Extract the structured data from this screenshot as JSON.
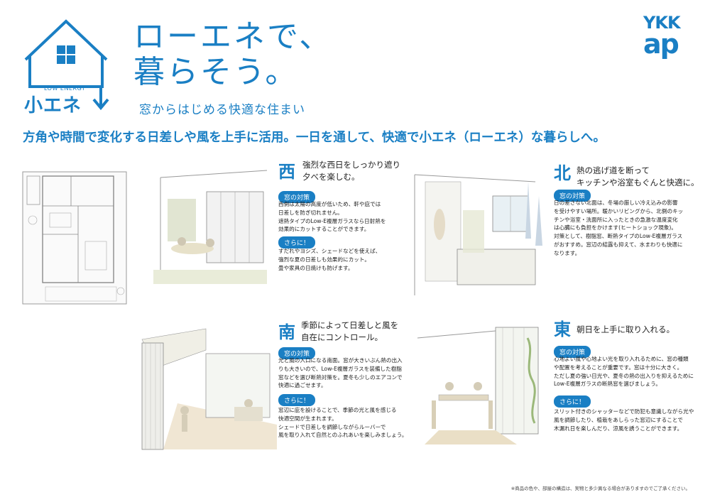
{
  "logo": {
    "label": "小エネ",
    "sub": "LOW ENERGY"
  },
  "title": {
    "line1": "ローエネで、",
    "line2": "暮らそう。",
    "subtitle": "窓からはじめる快適な住まい"
  },
  "brand": {
    "line1": "YKK",
    "line2": "ap"
  },
  "headline": "方角や時間で変化する日差しや風を上手に活用。一日を通して、快適で小エネ（ローエネ）な暮らしへ。",
  "sections": {
    "west": {
      "dir": "西",
      "heading_l1": "強烈な西日をしっかり遮り",
      "heading_l2": "夕べを楽しむ。",
      "tag1": "窓の対策",
      "text1_l1": "西側は太陽の高度が低いため、軒や庇では",
      "text1_l2": "日差しを防ぎ切れません。",
      "text1_l3": "遮熱タイプのLow-E複層ガラスなら日射熱を",
      "text1_l4": "効果的にカットすることができます。",
      "tag2": "さらに！",
      "text2_l1": "すだれやヨシズ、シェードなどを使えば、",
      "text2_l2": "強烈な夏の日差しも効果的にカット。",
      "text2_l3": "畳や家具の日焼けも防げます。"
    },
    "north": {
      "dir": "北",
      "heading_l1": "熱の逃げ道を断って",
      "heading_l2": "キッチンや浴室もぐんと快適に。",
      "tag1": "窓の対策",
      "text1_l1": "日の差さない北面は、冬場の厳しい冷え込みの影響",
      "text1_l2": "を受けやすい場所。暖かいリビングから、北側のキッ",
      "text1_l3": "チンや浴室・洗面所に入ったときの急激な温度変化",
      "text1_l4": "は心臓にも負担をかけます(ヒートショック現象)。",
      "text1_l5": "対策として、樹脂窓、断熱タイプのLow-E複層ガラス",
      "text1_l6": "がおすすめ。窓辺の結露も抑えて、水まわりも快適に",
      "text1_l7": "なります。"
    },
    "south": {
      "dir": "南",
      "heading_l1": "季節によって日差しと風を",
      "heading_l2": "自在にコントロール。",
      "tag1": "窓の対策",
      "text1_l1": "光と風の入口になる南面。窓が大きいぶん熱の出入",
      "text1_l2": "りも大きいので、Low-E複層ガラスを装備した樹脂",
      "text1_l3": "窓などを選び断熱対策を。夏冬も少しのエアコンで",
      "text1_l4": "快適に過ごせます。",
      "tag2": "さらに！",
      "text2_l1": "窓辺に庇を設けることで、季節の光と風を感じる",
      "text2_l2": "快適空間が生まれます。",
      "text2_l3": "シェードで日差しを調節しながらルーバーで",
      "text2_l4": "風を取り入れて自然とのふれあいを楽しみましょう。"
    },
    "east": {
      "dir": "東",
      "heading_l1": "朝日を上手に取り入れる。",
      "tag1": "窓の対策",
      "text1_l1": "心地よい風や心地よい光を取り入れるために、窓の種類",
      "text1_l2": "や配置を考えることが重要です。窓は十分に大きく。",
      "text1_l3": "ただし夏の強い日光や、夏冬の熱の出入りを抑えるために",
      "text1_l4": "Low-E複層ガラスの断熱窓を選びましょう。",
      "tag2": "さらに！",
      "text2_l1": "スリット付きのシャッターなどで防犯も意識しながら光や",
      "text2_l2": "風を調節したり、植栽をあしらった窓辺にすることで",
      "text2_l3": "木漏れ日を楽しんだり、涼風を誘うことができます。"
    }
  },
  "footnote": "※商品の色や、部屋の構造は、実物と多少異なる場合がありますのでご了承ください。",
  "colors": {
    "accent": "#1a7fc4"
  }
}
